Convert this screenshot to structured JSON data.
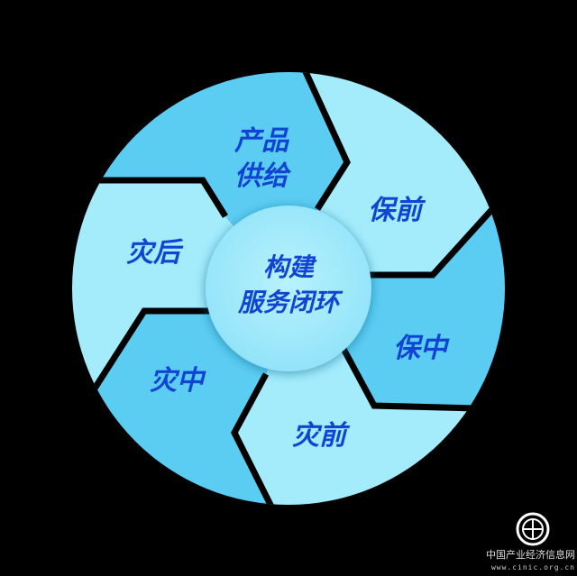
{
  "center": {
    "line1": "构建",
    "line2": "服务闭环"
  },
  "segments": [
    {
      "line1": "产品",
      "line2": "供给"
    },
    {
      "label": "保前"
    },
    {
      "label": "保中"
    },
    {
      "label": "灾前"
    },
    {
      "label": "灾中"
    },
    {
      "label": "灾后"
    }
  ],
  "watermark": {
    "name": "中国产业经济信息网",
    "url": "www.cinic.org.cn"
  },
  "colors": {
    "dark_segment": "#5ccdf2",
    "light_segment": "#a4ecfc",
    "text": "#1244d4",
    "background": "#000000"
  }
}
